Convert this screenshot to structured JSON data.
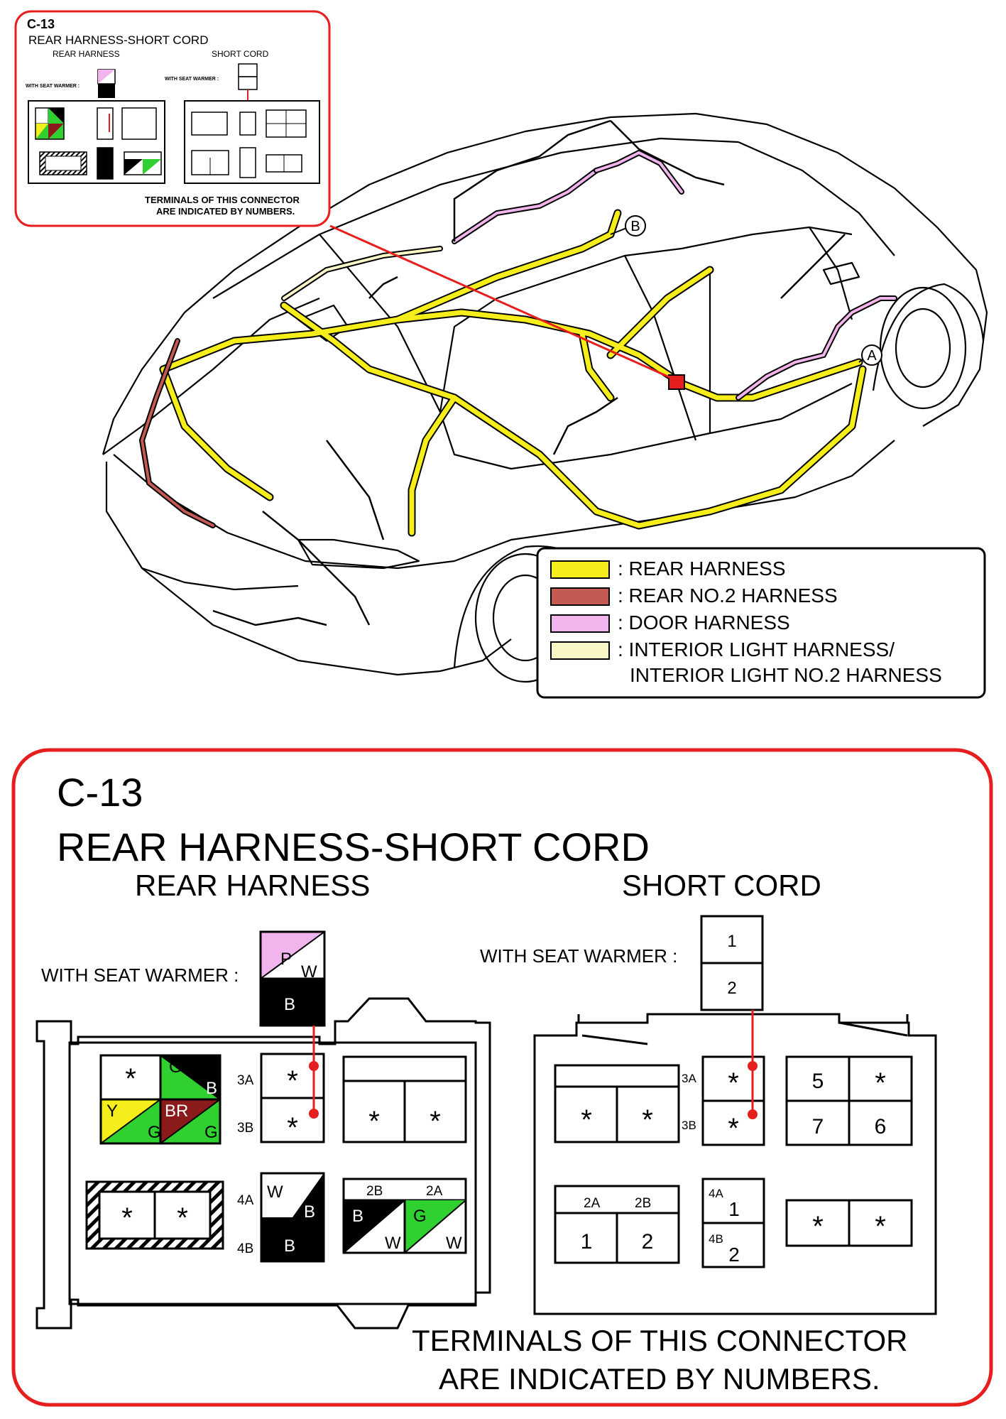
{
  "inset": {
    "code": "C-13",
    "title": "REAR HARNESS-SHORT CORD",
    "left_label": "REAR HARNESS",
    "right_label": "SHORT CORD",
    "seat_warmer": "WITH SEAT WARMER :",
    "note_line1": "TERMINALS OF THIS CONNECTOR",
    "note_line2": "ARE INDICATED BY NUMBERS."
  },
  "legend": {
    "items": [
      {
        "color": "#f5ee1a",
        "label": ": REAR HARNESS"
      },
      {
        "color": "#c55a52",
        "label": ": REAR NO.2 HARNESS"
      },
      {
        "color": "#f2b4ec",
        "label": ": DOOR HARNESS"
      },
      {
        "color": "#fbf6c6",
        "label": ": INTERIOR LIGHT HARNESS/"
      }
    ],
    "continuation": "INTERIOR LIGHT NO.2 HARNESS"
  },
  "callouts": {
    "a": "A",
    "b": "B"
  },
  "detail": {
    "code": "C-13",
    "title": "REAR HARNESS-SHORT CORD",
    "left_label": "REAR HARNESS",
    "right_label": "SHORT CORD",
    "seat_warmer_left": "WITH SEAT WARMER :",
    "seat_warmer_right": "WITH SEAT WARMER :",
    "note_line1": "TERMINALS OF THIS CONNECTOR",
    "note_line2": "ARE INDICATED BY NUMBERS.",
    "star": "*",
    "rear": {
      "pw_top": "P",
      "pw_bottom": "W",
      "b_label": "B",
      "gb_top": "G",
      "gb_bottom": "B",
      "yg_top": "Y",
      "yg_bottom": "G",
      "brg_top": "BR",
      "brg_bottom": "G",
      "pin_3a": "3A",
      "pin_3b": "3B",
      "pin_4a": "4A",
      "pin_4b": "4B",
      "wb_top": "W",
      "wb_right": "B",
      "wb_bottom": "B",
      "pin_2b": "2B",
      "pin_2a": "2A",
      "bw_top": "B",
      "bw_bottom": "W",
      "gw_top": "G",
      "gw_bottom": "W"
    },
    "short": {
      "t1": "1",
      "t2": "2",
      "pin_3a": "3A",
      "pin_3b": "3B",
      "n5": "5",
      "n7": "7",
      "n6": "6",
      "pin_2a": "2A",
      "pin_2b": "2B",
      "n1": "1",
      "n2": "2",
      "pin_4a": "4A",
      "pin_4b": "4B",
      "n4a": "1",
      "n4b": "2"
    }
  }
}
